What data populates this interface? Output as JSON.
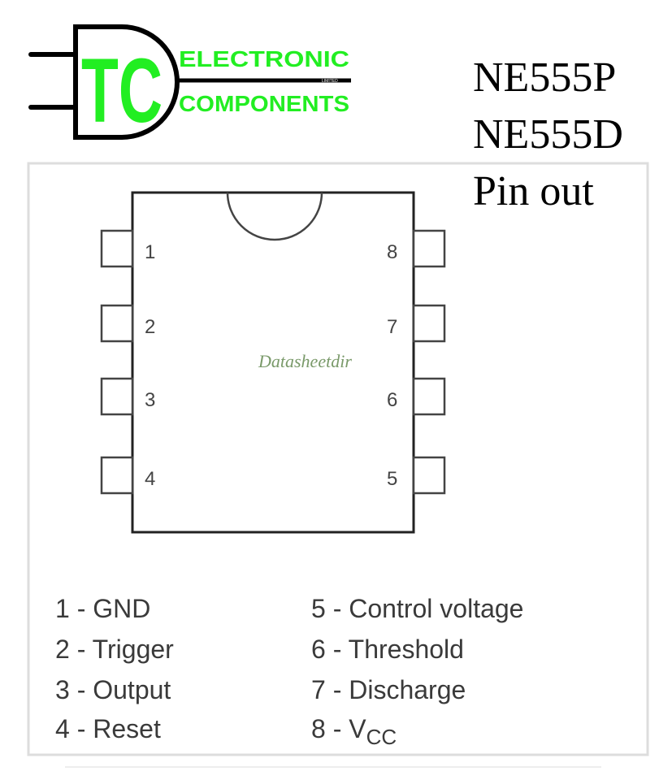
{
  "logo": {
    "initials": "TC",
    "line1": "Electronic",
    "line2": "Components",
    "suffix": "LIMITED",
    "color": "#22ee22"
  },
  "title": [
    "NE555P",
    "NE555D",
    "Pin out"
  ],
  "watermark": "Datasheetdir",
  "pins_left": [
    "1",
    "2",
    "3",
    "4"
  ],
  "pins_right": [
    "8",
    "7",
    "6",
    "5"
  ],
  "legend_left": [
    "1 - GND",
    "2 - Trigger",
    "3 - Output",
    "4 - Reset"
  ],
  "legend_right": [
    "5 - Control voltage",
    "6 - Threshold",
    "7 - Discharge"
  ],
  "legend_vcc": {
    "prefix": "8 - V",
    "sub": "CC"
  }
}
